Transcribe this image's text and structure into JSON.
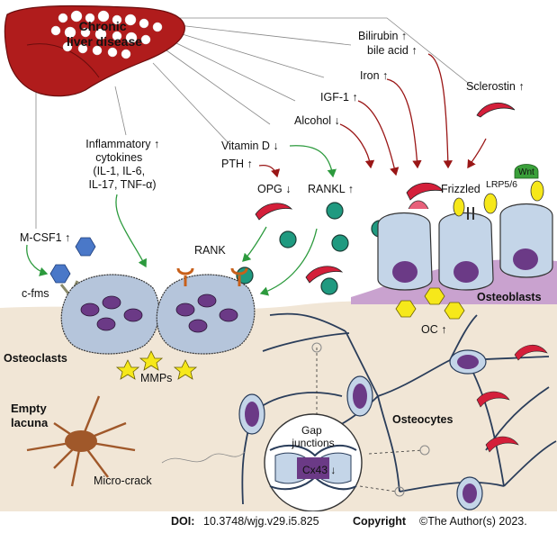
{
  "labels": {
    "liver": [
      "Chronic",
      "liver disease"
    ],
    "bilirubin": "Bilirubin ↑",
    "bile_acid": "bile acid ↑",
    "iron": "Iron ↑",
    "igf1": "IGF-1 ↑",
    "alcohol": "Alcohol ↓",
    "sclerostin": "Sclerostin ↑",
    "cytokines": [
      "Inflammatory ↑",
      "cytokines",
      "(IL-1, IL-6,",
      "IL-17, TNF-α)"
    ],
    "vitamin_d": "Vitamin D ↓",
    "pth": "PTH ↑",
    "opg": "OPG ↓",
    "rankl": "RANKL ↑",
    "rank": "RANK",
    "frizzled": "Frizzled",
    "lrp": "LRP5/6",
    "wnt": "Wnt",
    "mcsf": "M-CSF1 ↑",
    "cfms": "c-fms",
    "osteoclasts": "Osteoclasts",
    "mmps": "MMPs",
    "osteoblasts": "Osteoblasts",
    "oc": "OC ↑",
    "osteocytes": "Osteocytes",
    "empty_lacuna": [
      "Empty",
      "lacuna"
    ],
    "microcrack": "Micro-crack",
    "gap_junctions": [
      "Gap",
      "junctions"
    ],
    "cx43": "Cx43 ↓"
  },
  "footer": {
    "doi_label": "DOI:",
    "doi_value": "10.3748/wjg.v29.i5.825",
    "copyright_label": "Copyright",
    "copyright_value": "©The Author(s) 2023."
  },
  "colors": {
    "liver": "#b01c1c",
    "bone": "#f1e6d6",
    "cell_blue": "#c4d5e8",
    "nucleus": "#6b3a86",
    "rankl": "#1f9a80",
    "opg": "#d41f3a",
    "osteoblast_layer": "#c9a2cf",
    "lacuna": "#a0582a",
    "mmp": "#f6e81a",
    "arrow_red": "#9a1616",
    "arrow_green": "#2c9a3d"
  }
}
